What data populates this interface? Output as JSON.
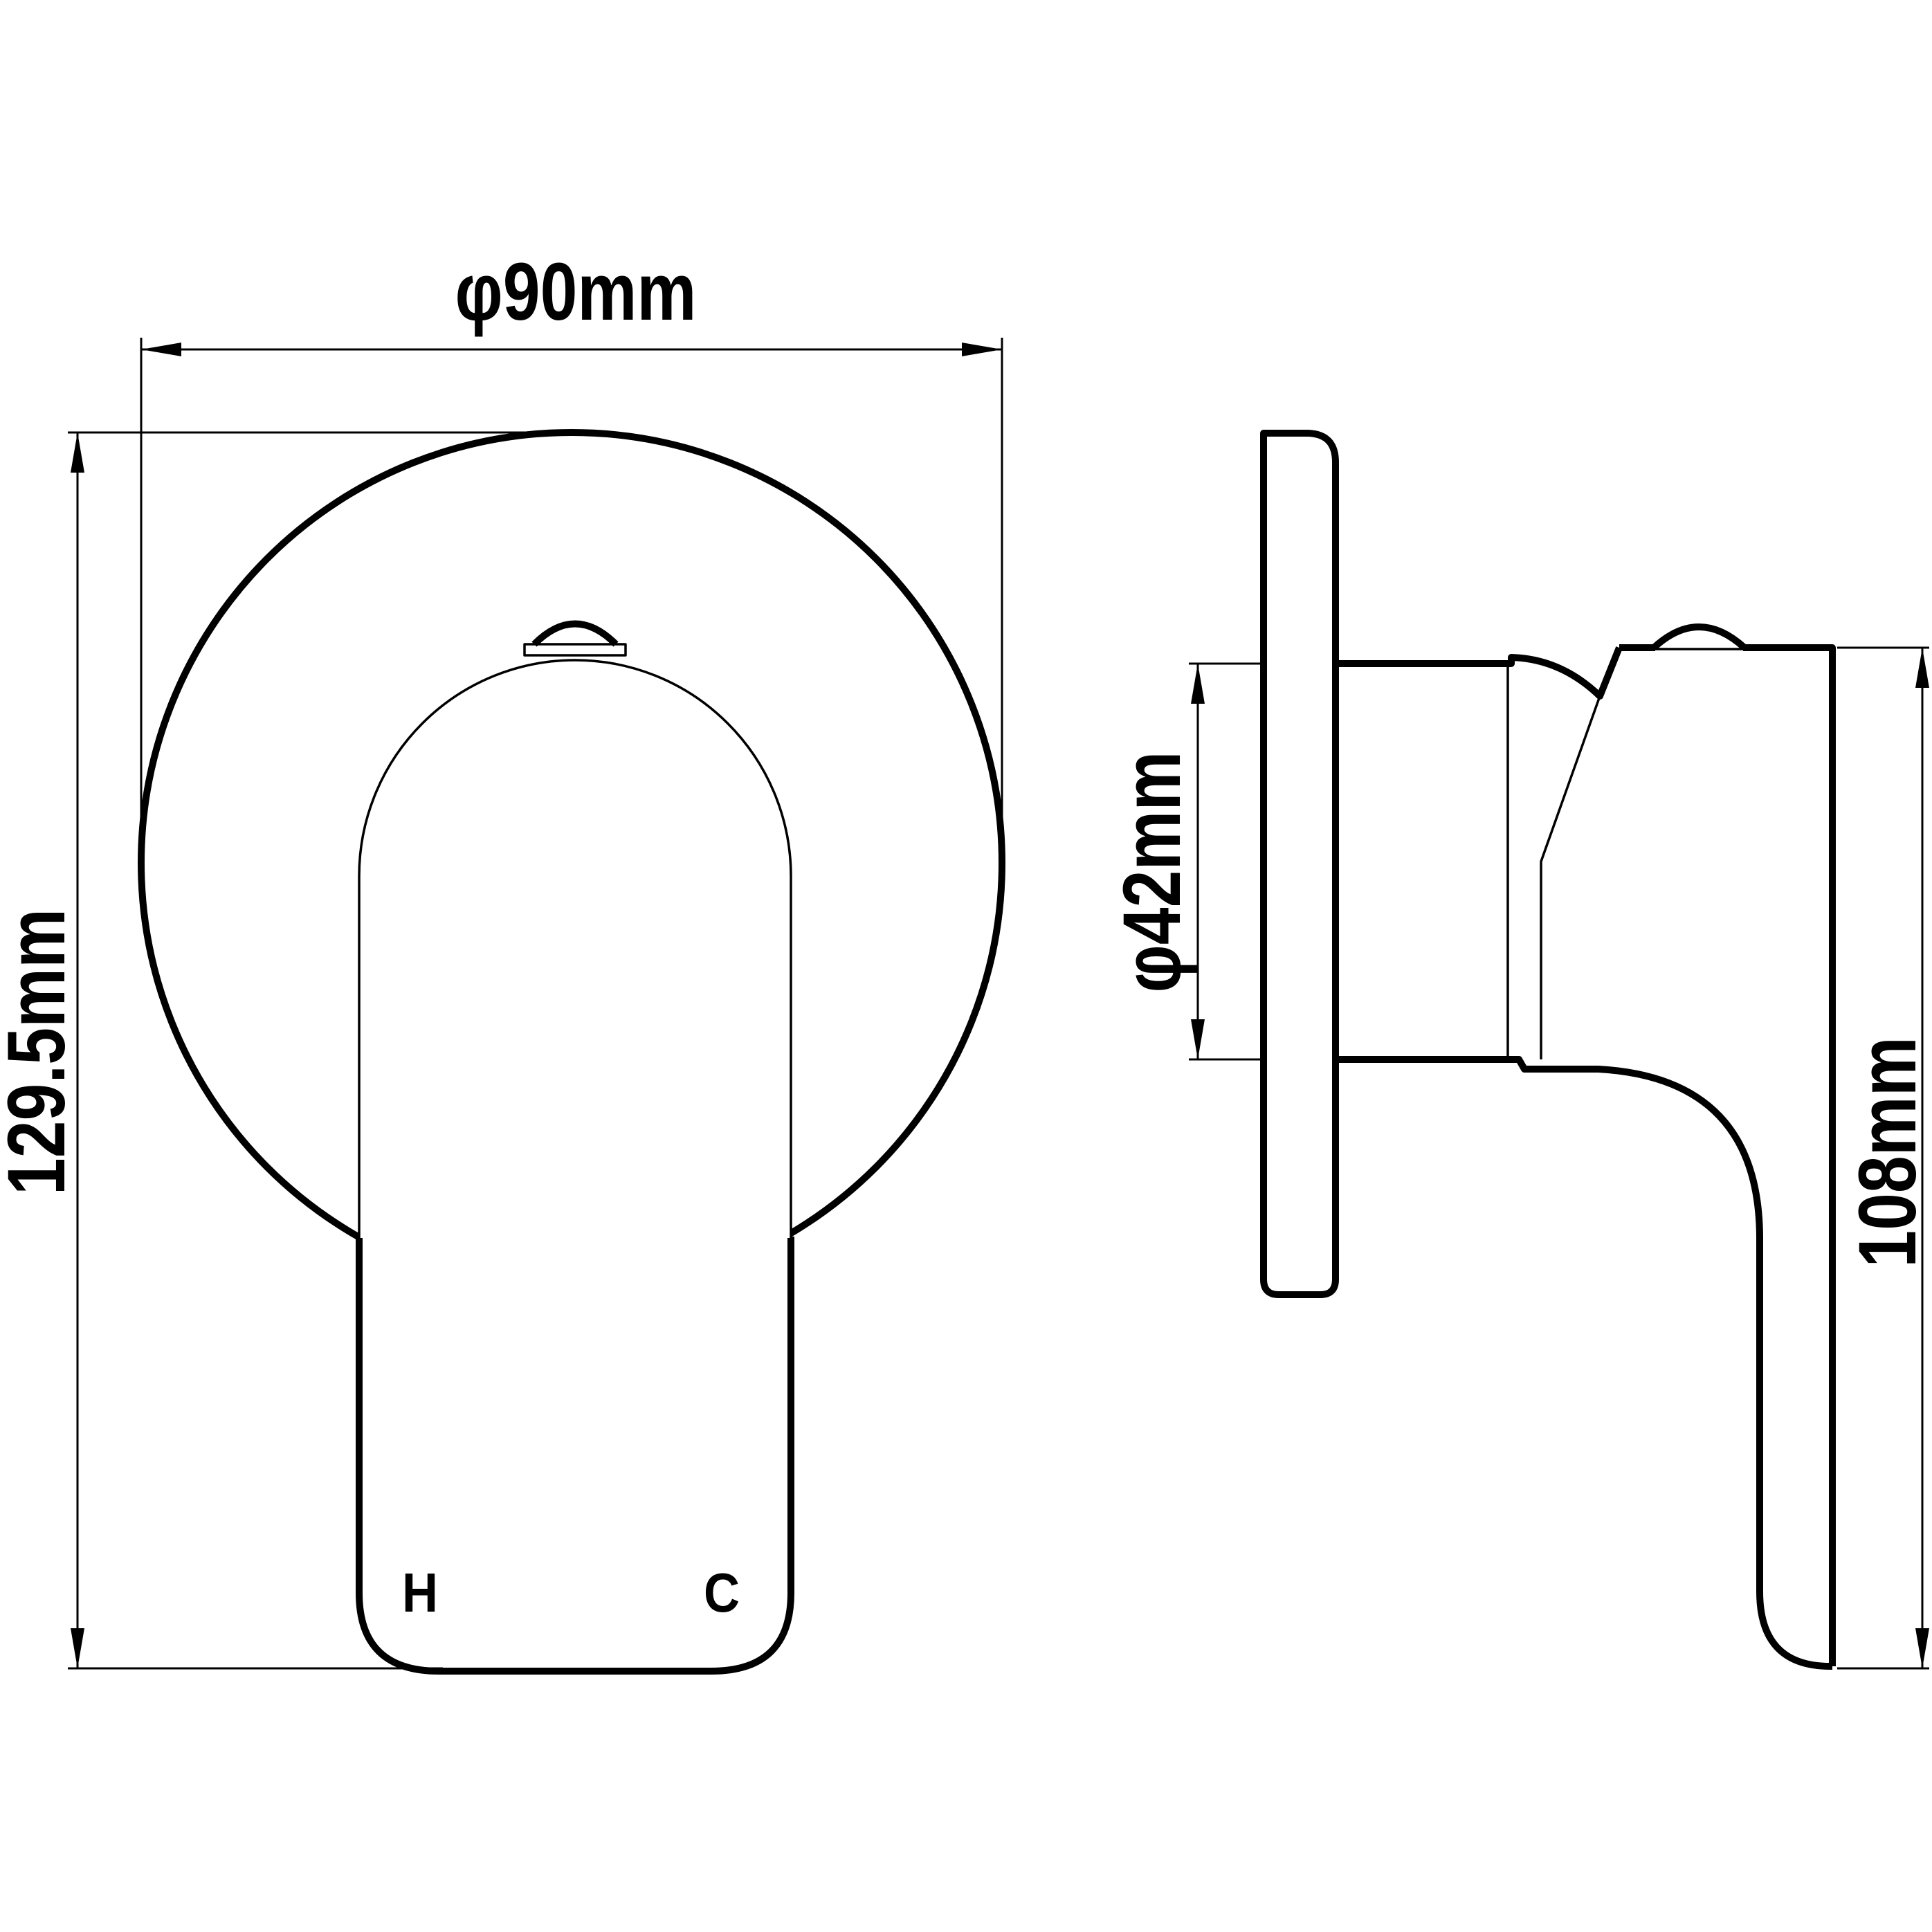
{
  "front": {
    "width_label": "φ90mm",
    "height_label": "129.5mm",
    "hot_label": "H",
    "cold_label": "C"
  },
  "side": {
    "diameter_label": "φ42mm",
    "height_label": "108mm"
  },
  "colors": {
    "line": "#000000",
    "background": "#ffffff"
  }
}
